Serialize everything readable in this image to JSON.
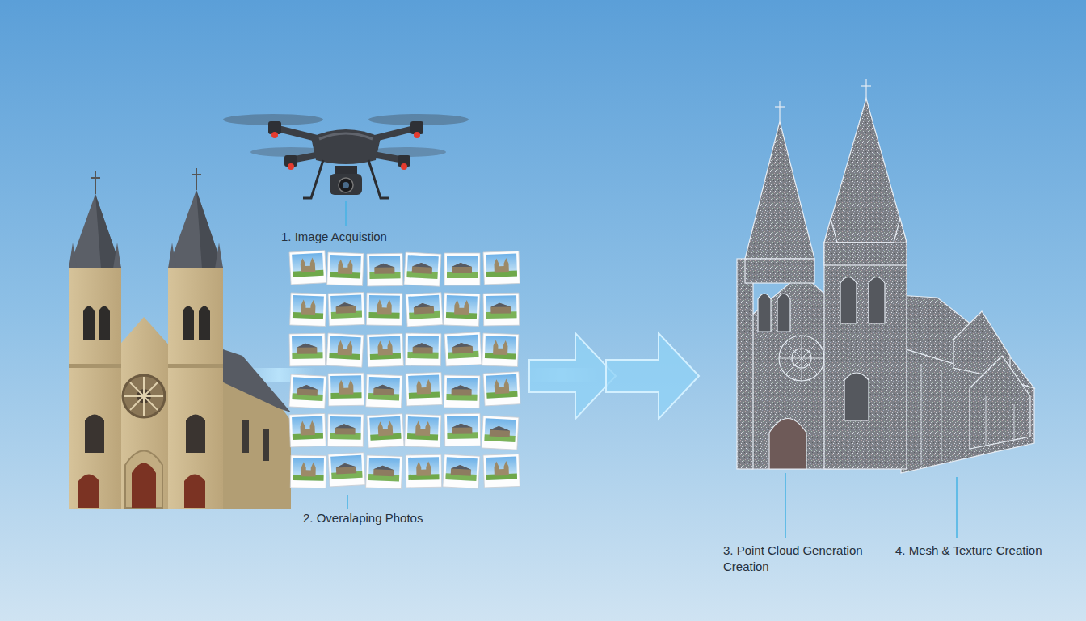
{
  "diagram": {
    "labels": [
      "1. Image Acquistion",
      "2. Overalaping Photos",
      "3. Point Cloud Generation Creation",
      "4. Mesh & Texture Creation"
    ]
  }
}
